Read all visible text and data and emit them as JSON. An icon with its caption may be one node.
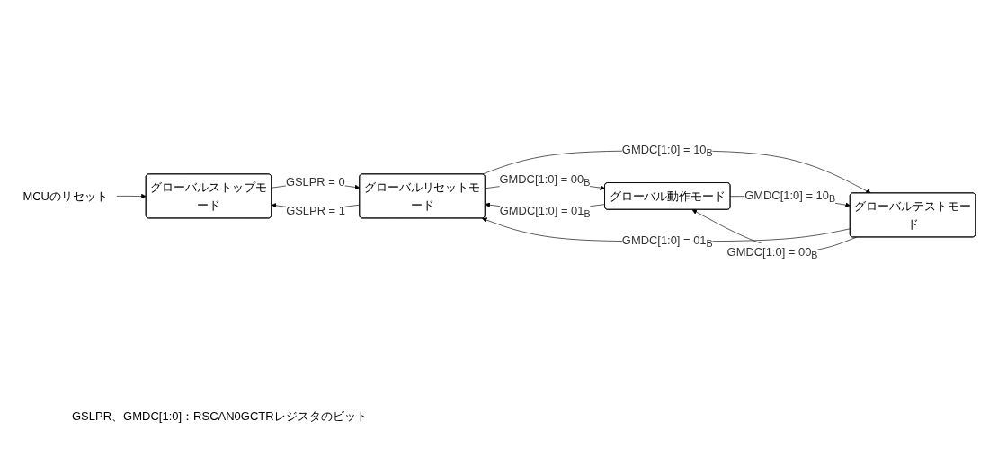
{
  "diagram": {
    "nodes": [
      {
        "text": [
          "MCUのリセット"
        ]
      },
      {
        "text": [
          "グローバルストップモード"
        ]
      },
      {
        "text": [
          "グローバルリセットモード"
        ]
      },
      {
        "text": [
          "グローバル動作モード"
        ]
      },
      {
        "text": [
          "グローバルテストモード"
        ]
      }
    ],
    "edges": [
      {
        "from": 0,
        "to": 1,
        "arrow": "to"
      },
      {
        "from": 1,
        "to": 2,
        "arrow": "to",
        "label": "GSLPR = 0"
      },
      {
        "from": 2,
        "to": 1,
        "arrow": "to",
        "label": "GSLPR = 1"
      },
      {
        "from": 2,
        "to": 3,
        "arrow": "to",
        "label": "GMDC[1:0] = 00$_{B}$"
      },
      {
        "from": 3,
        "to": 2,
        "arrow": "to",
        "label": "GMDC[1:0] = 01$_{B}$"
      },
      {
        "from": 2,
        "to": 4,
        "arrow": "to",
        "label": "GMDC[1:0] = 10$_{B}$"
      },
      {
        "from": 4,
        "to": 2,
        "arrow": "to",
        "label": "GMDC[1:0] = 01$_{B}$"
      },
      {
        "from": 3,
        "to": 4,
        "arrow": "to",
        "label": "GMDC[1:0] = 10$_{B}$"
      },
      {
        "from": 4,
        "to": 3,
        "arrow": "to",
        "label": "GMDC[1:0] = 00$_{B}$"
      }
    ],
    "labels": [
      "GSLPR、GMDC[1:0]：RSCAN0GCTRレジスタのビット"
    ]
  }
}
